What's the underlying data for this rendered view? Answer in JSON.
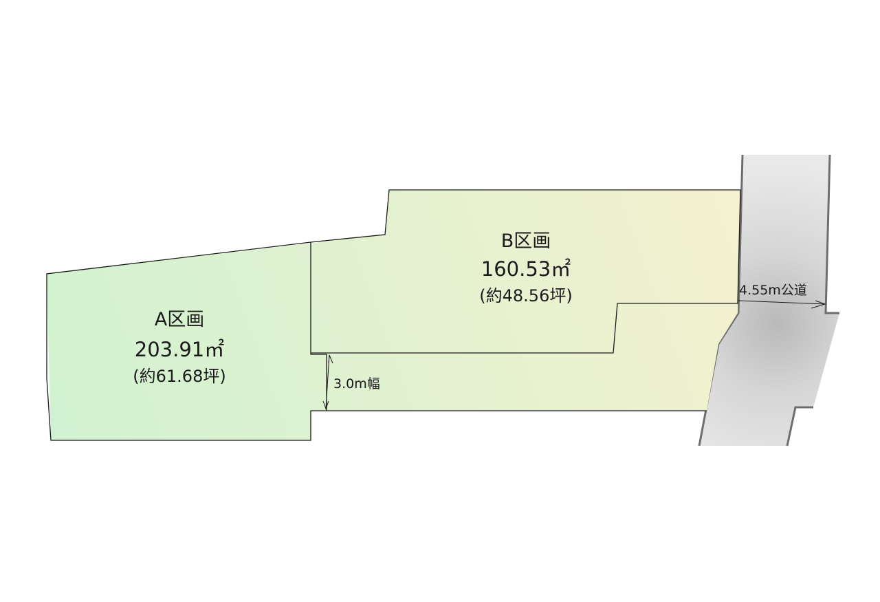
{
  "lots": {
    "a": {
      "name": "A区画",
      "area": "203.91㎡",
      "tsubo": "(約61.68坪)"
    },
    "b": {
      "name": "B区画",
      "area": "160.53㎡",
      "tsubo": "(約48.56坪)"
    }
  },
  "passage": {
    "width_label": "3.0m幅"
  },
  "road": {
    "label": "4.55m公道"
  },
  "colors": {
    "lot_a": "#d4f2d2",
    "lot_b": "#eaf2cf",
    "lot_b_corner": "#f4f1cf",
    "road": "#dcdcdc",
    "road_edge": "#6e6e6e",
    "outline": "#1a1a1a"
  }
}
